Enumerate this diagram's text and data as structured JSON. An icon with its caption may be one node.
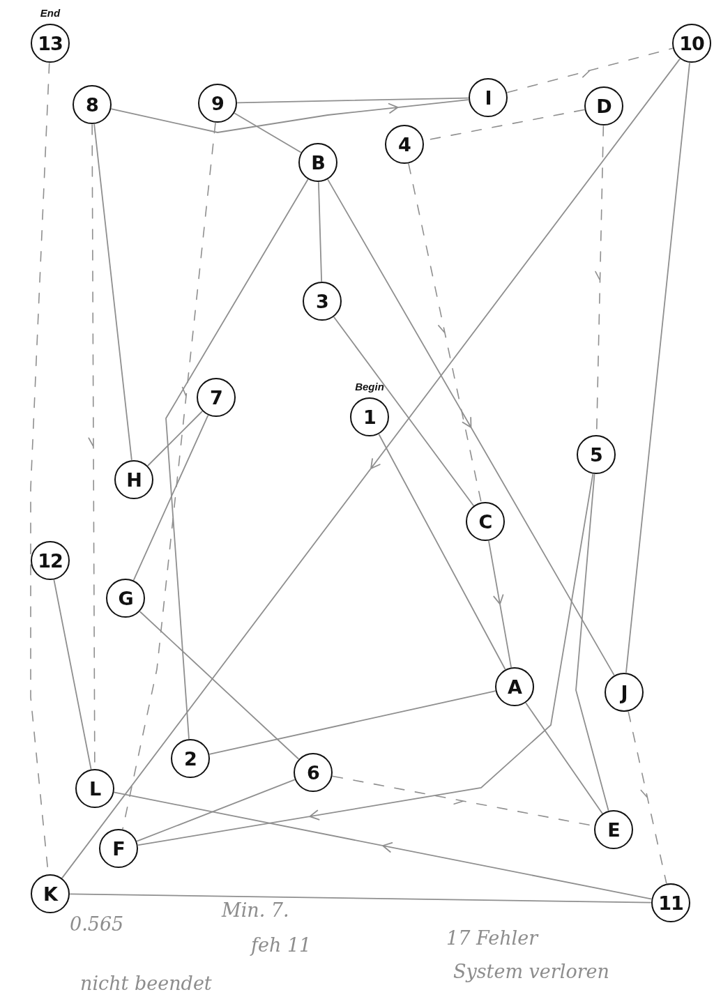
{
  "diagram": {
    "nodes": [
      {
        "text": [
          "13"
        ],
        "beside": [
          "End"
        ]
      },
      {
        "text": [
          "10"
        ]
      },
      {
        "text": [
          "8"
        ]
      },
      {
        "text": [
          "9"
        ]
      },
      {
        "text": [
          "I"
        ]
      },
      {
        "text": [
          "D"
        ]
      },
      {
        "text": [
          "4"
        ]
      },
      {
        "text": [
          "B"
        ]
      },
      {
        "text": [
          "3"
        ]
      },
      {
        "text": [
          "7"
        ]
      },
      {
        "text": [
          "1"
        ],
        "beside": [
          "Begin"
        ]
      },
      {
        "text": [
          "5"
        ]
      },
      {
        "text": [
          "H"
        ]
      },
      {
        "text": [
          "C"
        ]
      },
      {
        "text": [
          "12"
        ]
      },
      {
        "text": [
          "G"
        ]
      },
      {
        "text": [
          "A"
        ]
      },
      {
        "text": [
          "J"
        ]
      },
      {
        "text": [
          "2"
        ]
      },
      {
        "text": [
          "6"
        ]
      },
      {
        "text": [
          "L"
        ]
      },
      {
        "text": [
          "E"
        ]
      },
      {
        "text": [
          "F"
        ]
      },
      {
        "text": [
          "K"
        ]
      },
      {
        "text": [
          "11"
        ]
      }
    ],
    "edges": [
      {
        "from": 10,
        "to": 16,
        "arrow": "none"
      },
      {
        "from": 16,
        "to": 18,
        "arrow": "none"
      },
      {
        "from": 18,
        "to": 7,
        "arrow": "none"
      },
      {
        "from": 7,
        "to": 8,
        "arrow": "none"
      },
      {
        "from": 8,
        "to": 13,
        "arrow": "none"
      },
      {
        "from": 13,
        "to": 16,
        "arrow": "to"
      },
      {
        "from": 16,
        "to": 21,
        "arrow": "none"
      },
      {
        "from": 21,
        "to": 11,
        "arrow": "none"
      },
      {
        "from": 11,
        "to": 22,
        "arrow": "to"
      },
      {
        "from": 22,
        "to": 19,
        "arrow": "none"
      },
      {
        "from": 15,
        "to": 19,
        "arrow": "none"
      },
      {
        "from": 9,
        "to": 15,
        "arrow": "none"
      },
      {
        "from": 9,
        "to": 12,
        "arrow": "none"
      },
      {
        "from": 12,
        "to": 2,
        "arrow": "none"
      },
      {
        "from": 2,
        "to": 4,
        "arrow": "to"
      },
      {
        "from": 3,
        "to": 4,
        "arrow": "none"
      },
      {
        "from": 3,
        "to": 7,
        "arrow": "none"
      },
      {
        "from": 1,
        "to": 23,
        "arrow": "to"
      },
      {
        "from": 1,
        "to": 17,
        "arrow": "none"
      },
      {
        "from": 7,
        "to": 17,
        "arrow": "to"
      },
      {
        "from": 23,
        "to": 24,
        "arrow": "none"
      },
      {
        "from": 24,
        "to": 20,
        "arrow": "to"
      },
      {
        "from": 14,
        "to": 20,
        "arrow": "none"
      },
      {
        "from": 0,
        "to": 23,
        "arrow": "none",
        "style": "dashed"
      },
      {
        "from": 2,
        "to": 20,
        "arrow": "to",
        "style": "dashed"
      },
      {
        "from": 3,
        "to": 22,
        "arrow": "to",
        "style": "dashed"
      },
      {
        "from": 6,
        "to": 13,
        "arrow": "to",
        "style": "dashed"
      },
      {
        "from": 5,
        "to": 11,
        "arrow": "to",
        "style": "dashed"
      },
      {
        "from": 4,
        "to": 1,
        "arrow": "to",
        "style": "dashed"
      },
      {
        "from": 17,
        "to": 24,
        "arrow": "to",
        "style": "dashed"
      },
      {
        "from": 19,
        "to": 21,
        "arrow": "to",
        "style": "dashed"
      },
      {
        "from": 5,
        "to": 6,
        "arrow": "none",
        "style": "dashed"
      }
    ],
    "labels": [
      "0.565",
      "Min. 7.",
      "17 Fehler",
      "feh 11",
      "System verloren",
      "nicht beendet"
    ]
  }
}
